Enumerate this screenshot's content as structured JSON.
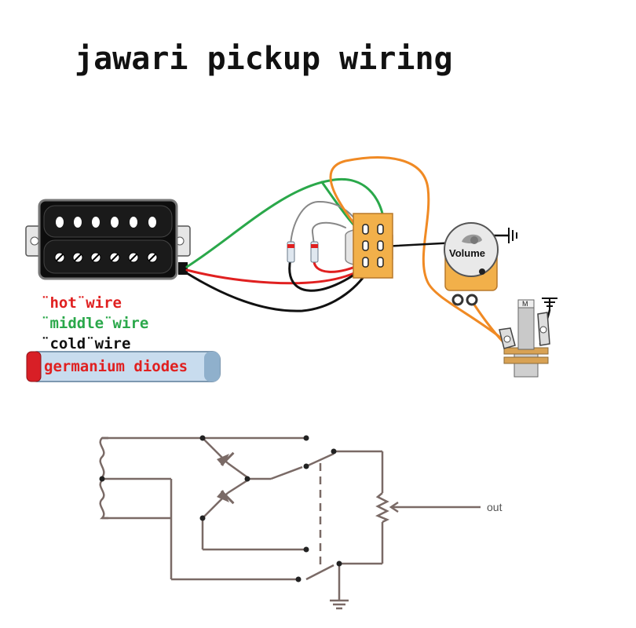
{
  "title": "jawari pickup wiring",
  "legend": {
    "hot": "¨hot¨wire",
    "middle": "¨middle¨wire",
    "cold": "¨cold¨wire",
    "diodes": "germanium diodes"
  },
  "volume_label": "Volume",
  "jack_label": "M",
  "schematic_out_label": "out",
  "colors": {
    "hot": "#e02020",
    "middle": "#2aa84a",
    "cold": "#111111",
    "orange": "#f08a24",
    "pot": "#f2b04a",
    "switch": "#f2b04a",
    "schematic": "#7a6a66",
    "diode_text": "#e02020"
  }
}
